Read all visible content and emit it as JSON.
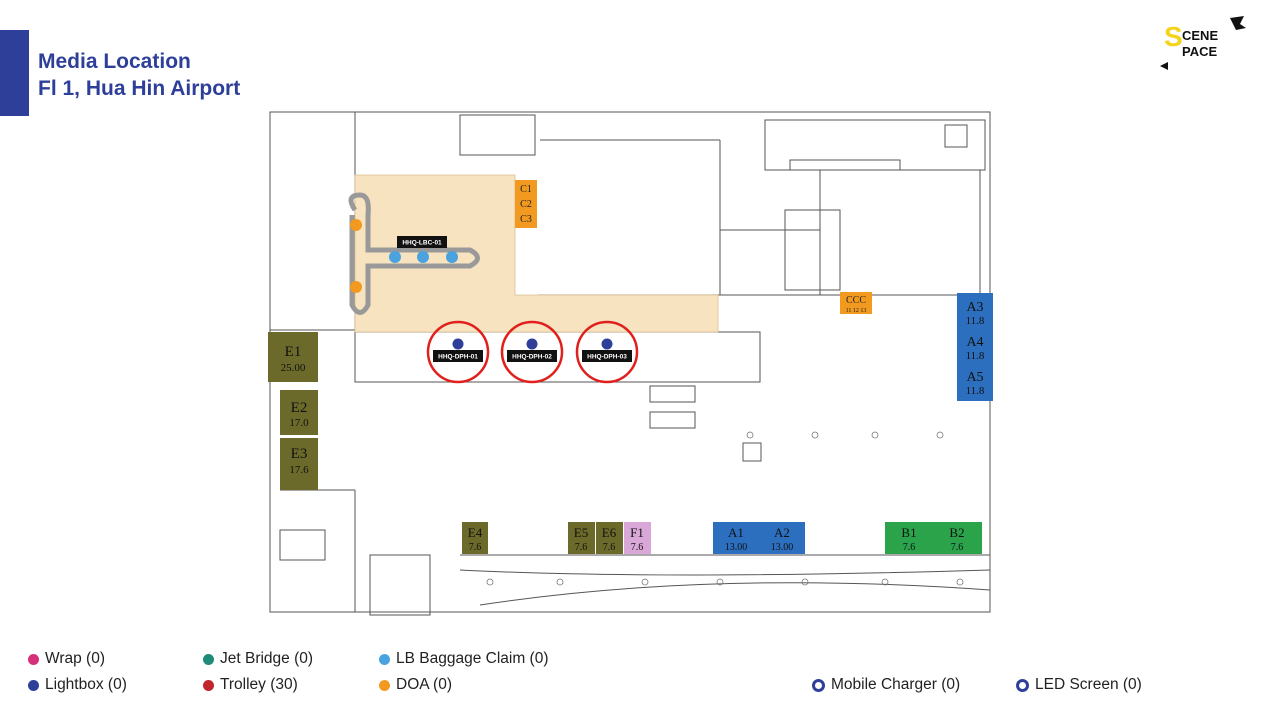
{
  "header": {
    "title_line1": "Media Location",
    "title_line2": "Fl 1, Hua Hin Airport"
  },
  "logo": {
    "line1": "CENE",
    "line2": "PACE",
    "letter": "S"
  },
  "colors": {
    "accent": "#2e3f9a",
    "olive": "#6b6a2a",
    "blue": "#2d6fbf",
    "green": "#2aa34a",
    "pink": "#d9a8d8",
    "orange": "#f29a1f",
    "baggage_zone": "#f8e3c0",
    "light_blue": "#4aa3df",
    "highlight_circle": "#e0201c"
  },
  "zones": {
    "E1": {
      "name": "E1",
      "size": "25.00"
    },
    "E2": {
      "name": "E2",
      "size": "17.0"
    },
    "E3": {
      "name": "E3",
      "size": "17.6"
    },
    "E4": {
      "name": "E4",
      "size": "7.6"
    },
    "E5": {
      "name": "E5",
      "size": "7.6"
    },
    "E6": {
      "name": "E6",
      "size": "7.6"
    },
    "F1": {
      "name": "F1",
      "size": "7.6"
    },
    "A1": {
      "name": "A1",
      "size": "13.00"
    },
    "A2": {
      "name": "A2",
      "size": "13.00"
    },
    "A3": {
      "name": "A3",
      "size": "11.8"
    },
    "A4": {
      "name": "A4",
      "size": "11.8"
    },
    "A5": {
      "name": "A5",
      "size": "11.8"
    },
    "B1": {
      "name": "B1",
      "size": "7.6"
    },
    "B2": {
      "name": "B2",
      "size": "7.6"
    },
    "C1": {
      "name": "C1"
    },
    "C2": {
      "name": "C2"
    },
    "C3": {
      "name": "C3"
    },
    "CCC": {
      "name": "CCC",
      "numbers": "11 12 13"
    }
  },
  "tags": {
    "lbc01": "HHQ-LBC-01",
    "dph01": "HHQ-DPH-01",
    "dph02": "HHQ-DPH-02",
    "dph03": "HHQ-DPH-03"
  },
  "legend": {
    "wrap": "Wrap (0)",
    "lightbox": "Lightbox (0)",
    "jet_bridge": "Jet Bridge (0)",
    "trolley": "Trolley (30)",
    "lb_baggage_claim": "LB Baggage Claim (0)",
    "doa": "DOA (0)",
    "mobile_charger": "Mobile Charger (0)",
    "led_screen": "LED Screen (0)"
  },
  "legend_colors": {
    "wrap": "#d6307a",
    "lightbox": "#2e3f9a",
    "jet_bridge": "#1e8a7a",
    "trolley": "#c0262c",
    "lb_baggage_claim": "#4aa3df",
    "doa": "#f29a1f"
  }
}
